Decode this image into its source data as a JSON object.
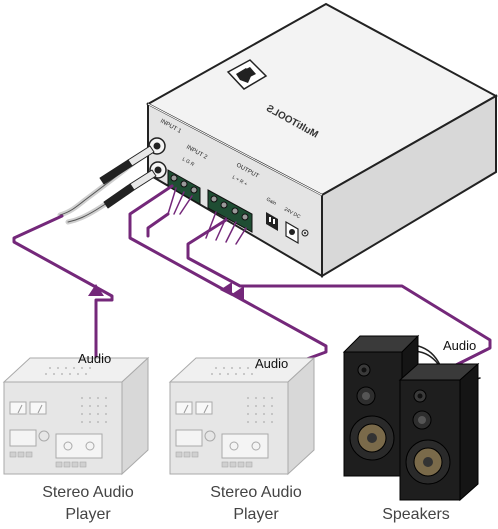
{
  "device": {
    "brand_text": "MultiTOOLS",
    "inputs": {
      "input1": "INPUT 1",
      "input2": "INPUT 2",
      "input2_pins": "L G R"
    },
    "outputs": {
      "label": "OUTPUT",
      "pins": "L + R +"
    },
    "gain_label": "Gain",
    "power_label": "24V DC"
  },
  "labels": {
    "audio_1": "Audio",
    "audio_2": "Audio",
    "audio_3": "Audio"
  },
  "captions": {
    "player1_line1": "Stereo Audio",
    "player1_line2": "Player",
    "player2_line1": "Stereo Audio",
    "player2_line2": "Player",
    "speakers": "Speakers"
  },
  "colors": {
    "cable": "#74287a",
    "device_top": "#f2f2f2",
    "device_side": "#e2e2e2",
    "device_outline": "#222222",
    "player_body": "#e6e6e6",
    "speaker_body": "#1e1e1e",
    "terminal_green": "#1f4d33"
  }
}
